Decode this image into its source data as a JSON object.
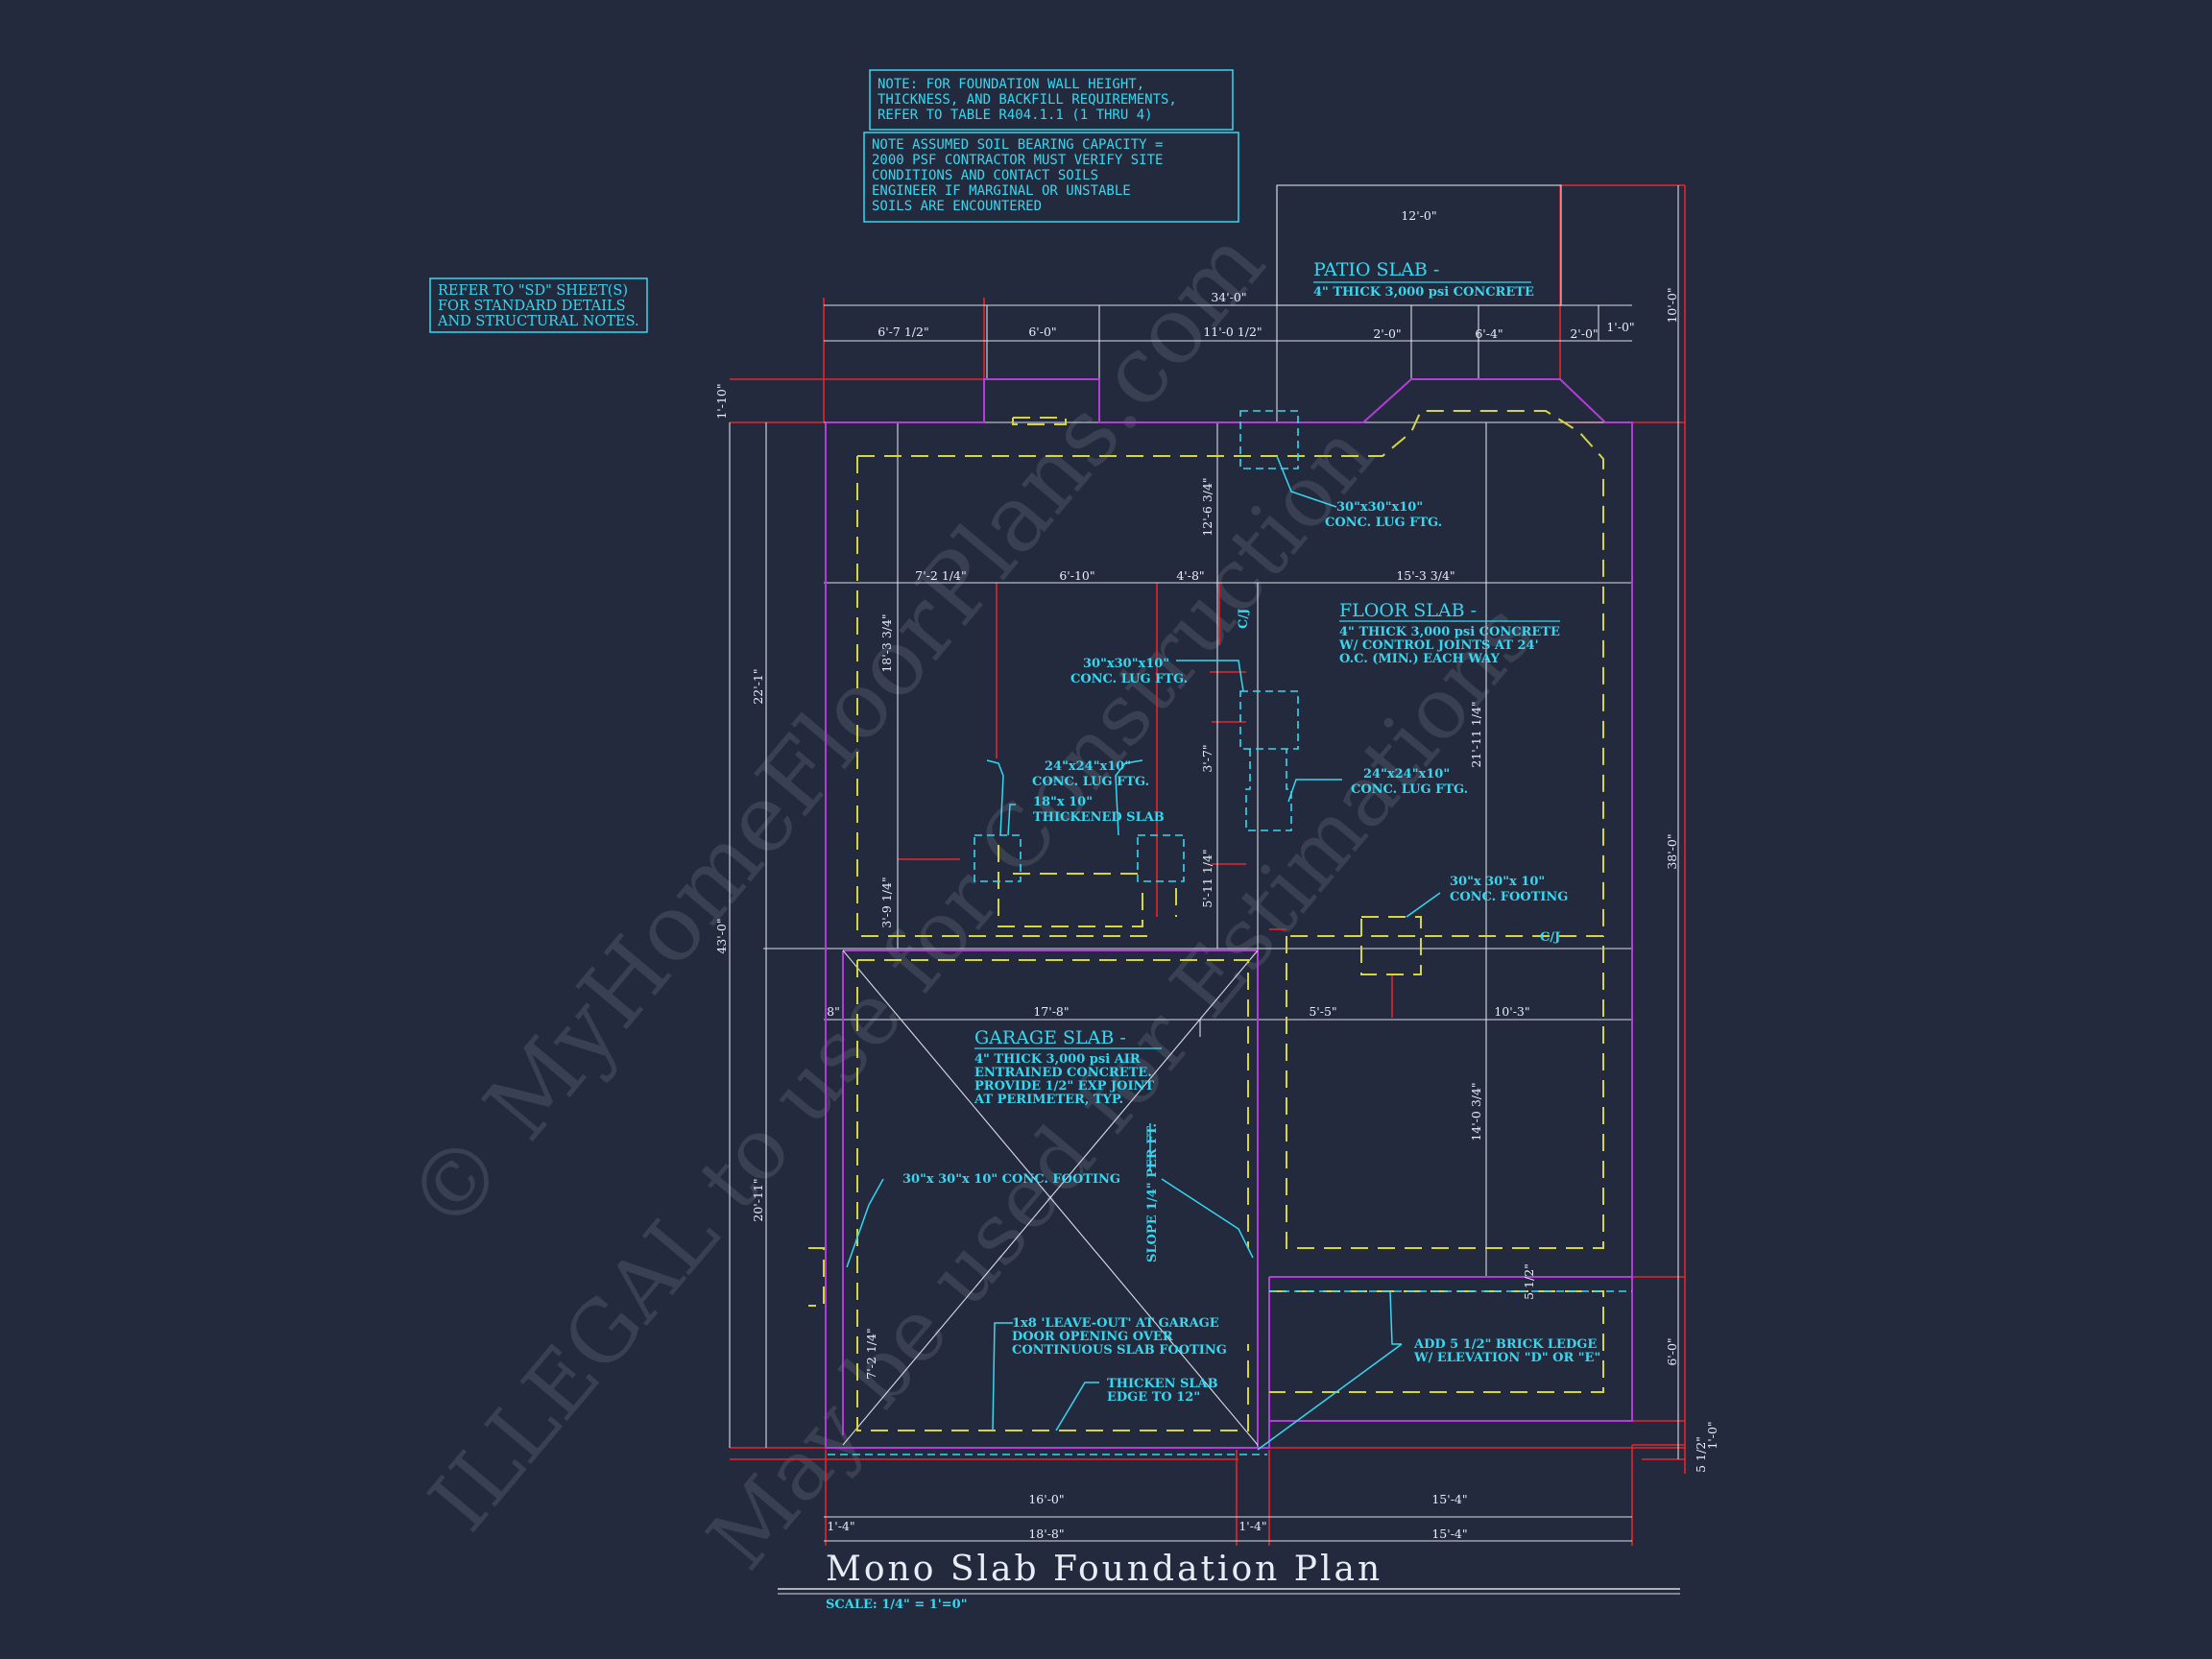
{
  "notes": {
    "wall_note": [
      "NOTE: FOR FOUNDATION WALL HEIGHT,",
      "THICKNESS, AND BACKFILL REQUIREMENTS,",
      "REFER TO TABLE R404.1.1 (1 THRU 4)"
    ],
    "soil_note": [
      "NOTE ASSUMED SOIL BEARING CAPACITY =",
      "2000 PSF CONTRACTOR MUST VERIFY SITE",
      "CONDITIONS AND CONTACT SOILS",
      "ENGINEER IF MARGINAL OR UNSTABLE",
      "SOILS ARE ENCOUNTERED"
    ],
    "refer_note": [
      "REFER TO \"SD\" SHEET(S)",
      "FOR STANDARD DETAILS",
      "AND STRUCTURAL NOTES."
    ]
  },
  "slabs": {
    "patio": {
      "title": "PATIO SLAB -",
      "spec": "4\" THICK 3,000 psi CONCRETE"
    },
    "floor": {
      "title": "FLOOR SLAB -",
      "spec": [
        "4\" THICK 3,000 psi CONCRETE",
        "W/ CONTROL JOINTS AT 24'",
        "O.C. (MIN.) EACH WAY"
      ]
    },
    "garage": {
      "title": "GARAGE SLAB -",
      "spec": [
        "4\" THICK 3,000 psi AIR",
        "ENTRAINED CONCRETE.",
        "PROVIDE 1/2\" EXP JOINT",
        "AT PERIMETER, TYP."
      ]
    }
  },
  "callouts": {
    "lug_top": [
      "30\"x30\"x10\"",
      "CONC. LUG FTG."
    ],
    "lug_mid": [
      "30\"x30\"x10\"",
      "CONC. LUG FTG."
    ],
    "lug_right": [
      "24\"x24\"x10\"",
      "CONC. LUG FTG."
    ],
    "lug_left": [
      "24\"x24\"x10\"",
      "CONC. LUG FTG."
    ],
    "thickened": [
      "18\"x 10\"",
      "THICKENED SLAB"
    ],
    "footing_right": [
      "30\"x 30\"x 10\"",
      "CONC. FOOTING"
    ],
    "footing_garage": "30\"x 30\"x 10\" CONC. FOOTING",
    "slope": "SLOPE 1/4\" PER FT.",
    "leave_out": [
      "1x8 'LEAVE-OUT' AT GARAGE",
      "DOOR OPENING OVER",
      "CONTINUOUS SLAB FOOTING"
    ],
    "thicken_edge": [
      "THICKEN SLAB",
      "EDGE TO 12\""
    ],
    "brick": [
      "ADD 5 1/2\" BRICK LEDGE",
      "W/ ELEVATION \"D\" OR \"E\""
    ],
    "cj1": "C/J",
    "cj2": "C/J"
  },
  "dims": {
    "patio_width": "12'-0\"",
    "overall_width": "34'-0\"",
    "d1": "6'-7 1/2\"",
    "d2": "6'-0\"",
    "d3": "11'-0 1/2\"",
    "d4": "2'-0\"",
    "d5": "6'-4\"",
    "d6": "2'-0\"",
    "d7": "1'-0\"",
    "r1": "7'-2 1/4\"",
    "r2": "6'-10\"",
    "r3": "4'-8\"",
    "r4": "15'-3 3/4\"",
    "g1": "8\"",
    "g2": "17'-8\"",
    "g3": "5'-5\"",
    "g4": "10'-3\"",
    "b1": "16'-0\"",
    "b2": "15'-4\"",
    "b3": "1'-4\"",
    "b4": "18'-8\"",
    "b5": "1'-4\"",
    "b6": "15'-4\"",
    "v_top": "1'-10\"",
    "v_22": "22'-1\"",
    "v_43": "43'-0\"",
    "v_20": "20'-11\"",
    "v_18": "18'-3 3/4\"",
    "v_3a": "3'-9 1/4\"",
    "v_7": "7'-2 1/4\"",
    "v_12": "12'-6 3/4\"",
    "v_37": "3'-7\"",
    "v_5": "5'-11 1/4\"",
    "v_21": "21'-11 1/4\"",
    "v_14": "14'-0 3/4\"",
    "v_55": "5 1/2\"",
    "v_10": "10'-0\"",
    "v_38": "38'-0\"",
    "v_6": "6'-0\"",
    "v_1": "1'-0\"",
    "v_512": "5 1/2\""
  },
  "title_block": {
    "title": "Mono Slab Foundation Plan",
    "scale": "SCALE: 1/4\" = 1'=0\""
  },
  "watermark": [
    "© MyHomeFloorPlans.com",
    "ILLEGAL to use for Construction",
    "May be used for Estimations"
  ],
  "colors": {
    "background": "#232a3d",
    "cyan": "#37d7ef",
    "red": "#e3262e",
    "magenta": "#b43cd8",
    "yellow": "#d6d63c",
    "white": "#e8eef6"
  }
}
